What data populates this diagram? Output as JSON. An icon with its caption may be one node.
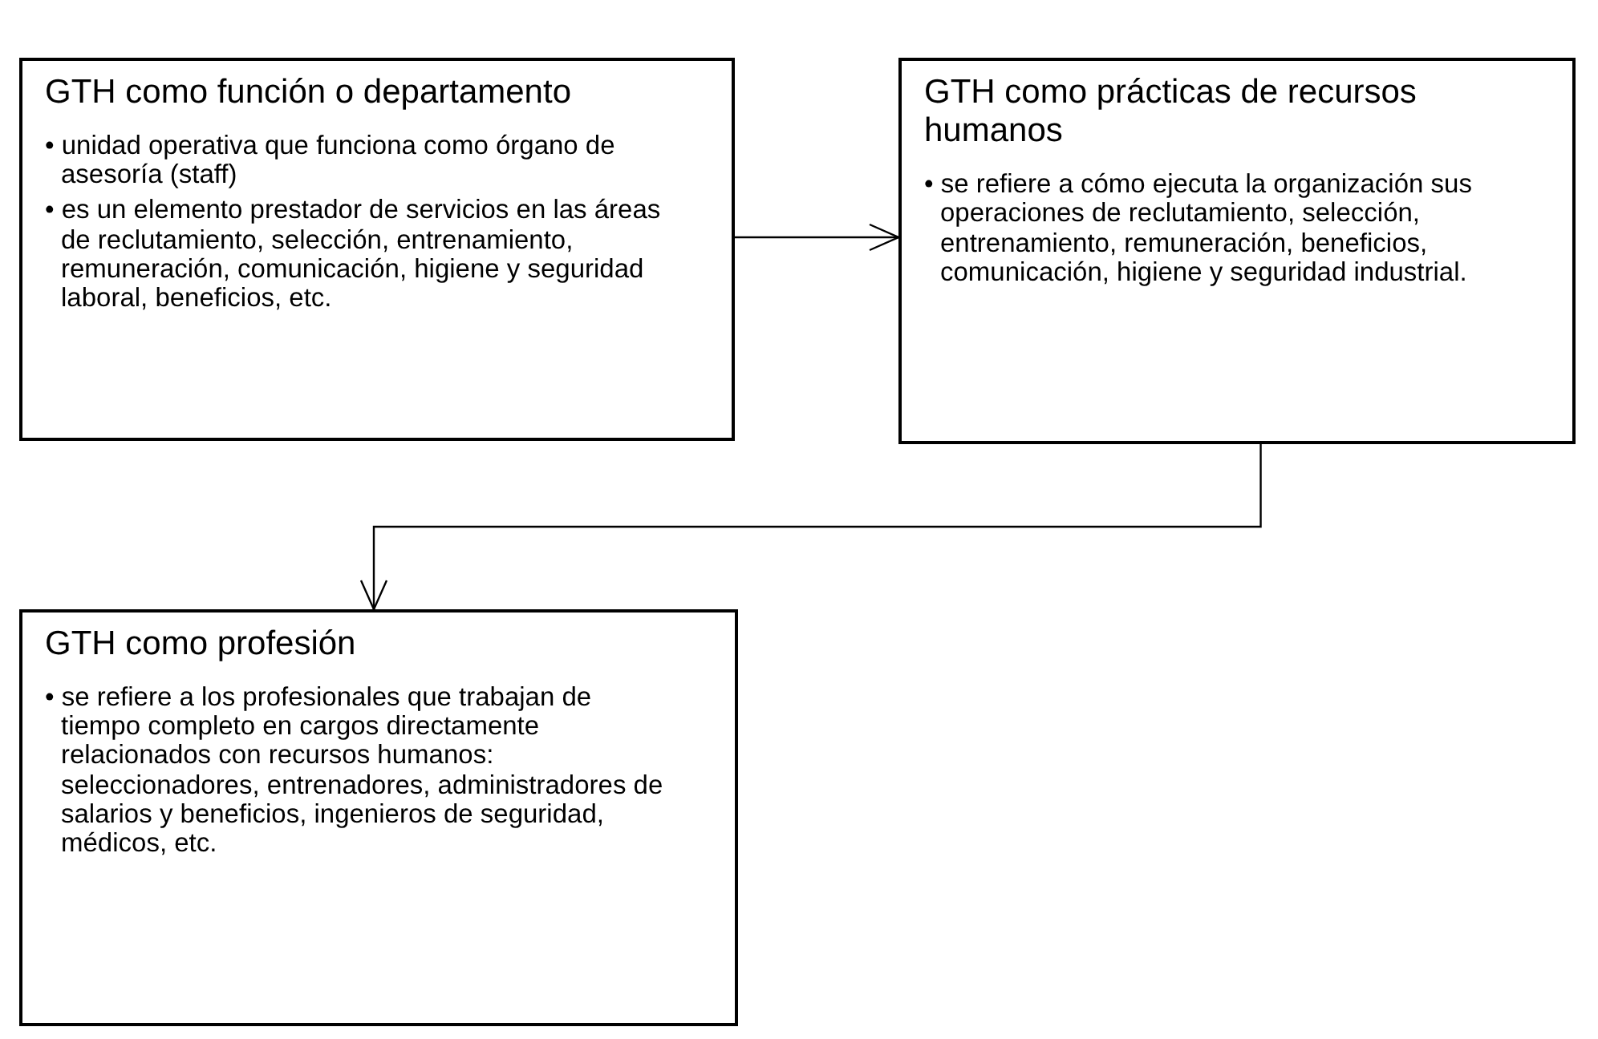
{
  "diagram": {
    "nodes": [
      {
        "text": [
          "GTH como función o departamento",
          "• unidad operativa que funciona como órgano de asesoría (staff)",
          "• es un elemento prestador de servicios en las áreas de reclutamiento, selección, entrenamiento, remuneración, comunicación, higiene y seguridad laboral, beneficios, etc."
        ]
      },
      {
        "text": [
          "GTH como prácticas de recursos humanos",
          "• se refiere a cómo ejecuta la organización sus operaciones de reclutamiento, selección, entrenamiento, remuneración, beneficios, comunicación, higiene y seguridad industrial."
        ]
      },
      {
        "text": [
          "GTH como profesión",
          "• se refiere a los profesionales que trabajan de tiempo completo en cargos directamente relacionados con recursos humanos: seleccionadores, entrenadores, administradores de salarios y beneficios, ingenieros de seguridad, médicos, etc."
        ]
      }
    ],
    "edges": [
      {
        "from": 0,
        "to": 1,
        "arrow": "to"
      },
      {
        "from": 1,
        "to": 2,
        "arrow": "to"
      }
    ]
  }
}
